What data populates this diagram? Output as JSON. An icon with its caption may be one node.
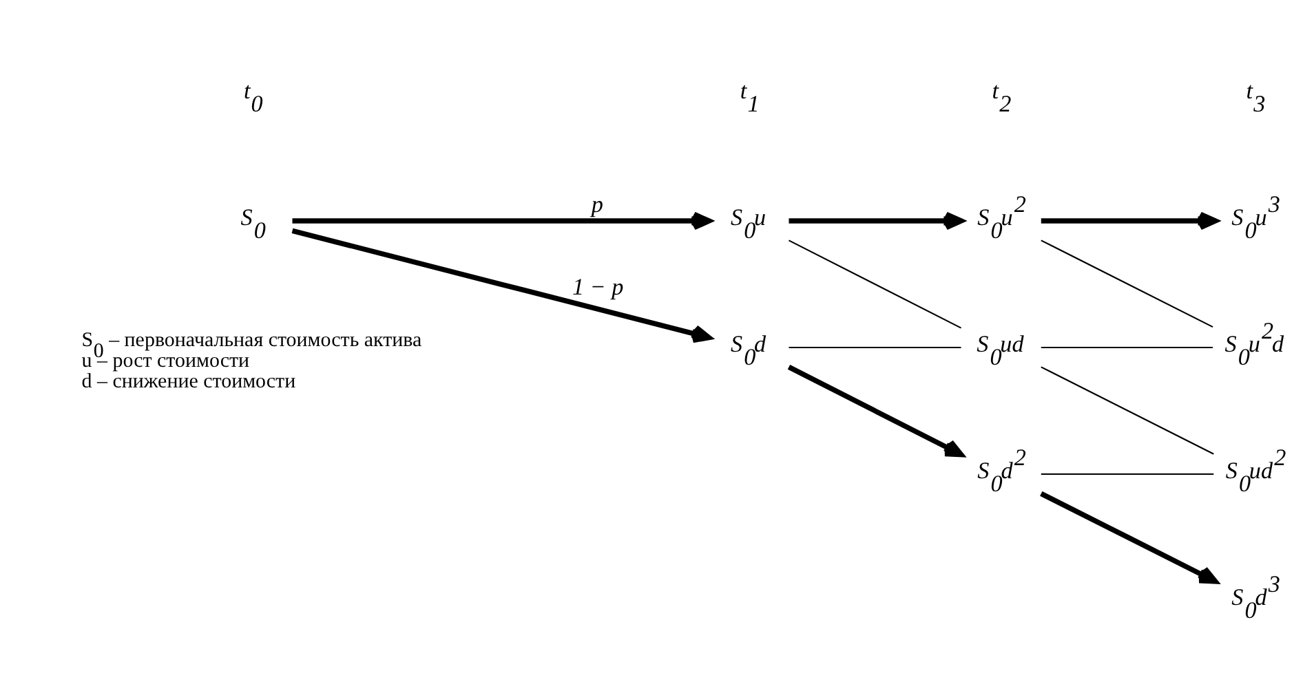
{
  "diagram": {
    "nodes": [
      {
        "text": [
          "S$_{0}$"
        ]
      },
      {
        "text": [
          "S$_{0}$u"
        ]
      },
      {
        "text": [
          "S$_{0}$d"
        ]
      },
      {
        "text": [
          "S$_{0}$u$^{2}$"
        ]
      },
      {
        "text": [
          "S$_{0}$ud"
        ]
      },
      {
        "text": [
          "S$_{0}$d$^{2}$"
        ]
      },
      {
        "text": [
          "S$_{0}$u$^{3}$"
        ]
      },
      {
        "text": [
          "S$_{0}$u$^{2}$d"
        ]
      },
      {
        "text": [
          "S$_{0}$ud$^{2}$"
        ]
      },
      {
        "text": [
          "S$_{0}$d$^{3}$"
        ]
      }
    ],
    "edges": [
      {
        "from": 0,
        "to": 1,
        "arrow": "to",
        "style": "thick",
        "label": "p"
      },
      {
        "from": 0,
        "to": 2,
        "arrow": "to",
        "style": "thick",
        "label": "1 − p"
      },
      {
        "from": 1,
        "to": 3,
        "arrow": "to",
        "style": "thick"
      },
      {
        "from": 1,
        "to": 4,
        "arrow": "none"
      },
      {
        "from": 2,
        "to": 4,
        "arrow": "none"
      },
      {
        "from": 2,
        "to": 5,
        "arrow": "to",
        "style": "thick"
      },
      {
        "from": 3,
        "to": 6,
        "arrow": "to",
        "style": "thick"
      },
      {
        "from": 3,
        "to": 7,
        "arrow": "none"
      },
      {
        "from": 4,
        "to": 7,
        "arrow": "none"
      },
      {
        "from": 4,
        "to": 8,
        "arrow": "none"
      },
      {
        "from": 5,
        "to": 8,
        "arrow": "none"
      },
      {
        "from": 5,
        "to": 9,
        "arrow": "to",
        "style": "thick"
      }
    ],
    "labels": [
      "t$_{0}$",
      "t$_{1}$",
      "t$_{2}$",
      "t$_{3}$",
      "S$_{0}$ – первоначальная стоимость актива",
      "u – рост стоимости",
      "d – снижение стоимости"
    ]
  }
}
